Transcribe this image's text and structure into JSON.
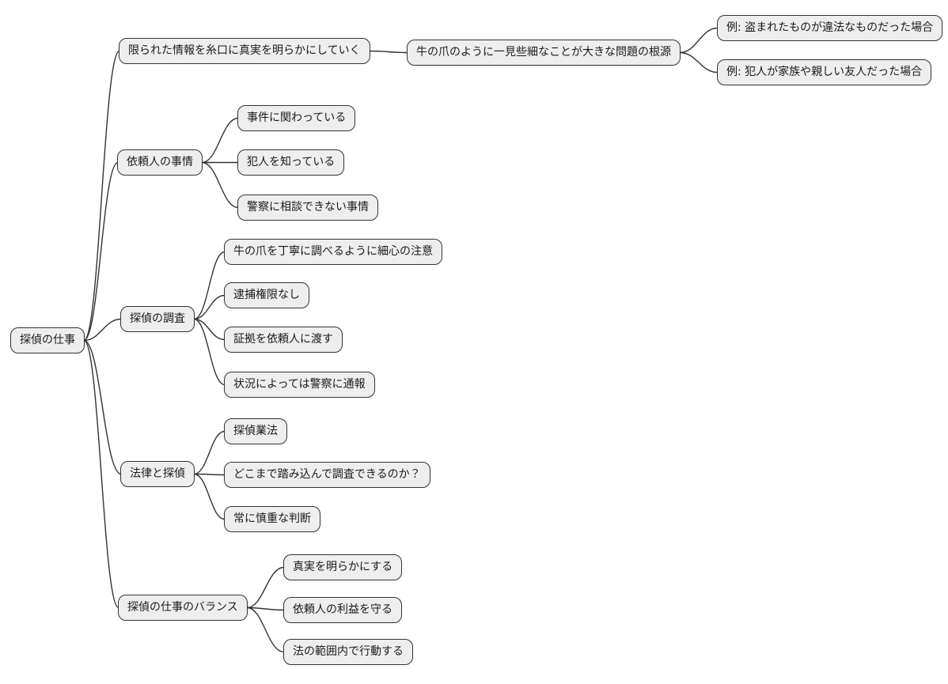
{
  "diagram": {
    "type": "mindmap",
    "background": "#ffffff",
    "node_fill": "#eeeeee",
    "node_border": "#333333",
    "edge_color": "#333333",
    "text_color": "#1a1a1a"
  },
  "nodes": [
    {
      "id": "root",
      "parent": null,
      "label": "探偵の仕事"
    },
    {
      "id": "n1",
      "parent": "root",
      "label": "限られた情報を糸口に真実を明らかにしていく"
    },
    {
      "id": "n1-1",
      "parent": "n1",
      "label": "牛の爪のように一見些細なことが大きな問題の根源"
    },
    {
      "id": "n1-1-1",
      "parent": "n1-1",
      "label": "例: 盗まれたものが違法なものだった場合"
    },
    {
      "id": "n1-1-2",
      "parent": "n1-1",
      "label": "例: 犯人が家族や親しい友人だった場合"
    },
    {
      "id": "n2",
      "parent": "root",
      "label": "依頼人の事情"
    },
    {
      "id": "n2-1",
      "parent": "n2",
      "label": "事件に関わっている"
    },
    {
      "id": "n2-2",
      "parent": "n2",
      "label": "犯人を知っている"
    },
    {
      "id": "n2-3",
      "parent": "n2",
      "label": "警察に相談できない事情"
    },
    {
      "id": "n3",
      "parent": "root",
      "label": "探偵の調査"
    },
    {
      "id": "n3-1",
      "parent": "n3",
      "label": "牛の爪を丁寧に調べるように細心の注意"
    },
    {
      "id": "n3-2",
      "parent": "n3",
      "label": "逮捕権限なし"
    },
    {
      "id": "n3-3",
      "parent": "n3",
      "label": "証拠を依頼人に渡す"
    },
    {
      "id": "n3-4",
      "parent": "n3",
      "label": "状況によっては警察に通報"
    },
    {
      "id": "n4",
      "parent": "root",
      "label": "法律と探偵"
    },
    {
      "id": "n4-1",
      "parent": "n4",
      "label": "探偵業法"
    },
    {
      "id": "n4-2",
      "parent": "n4",
      "label": "どこまで踏み込んで調査できるのか？"
    },
    {
      "id": "n4-3",
      "parent": "n4",
      "label": "常に慎重な判断"
    },
    {
      "id": "n5",
      "parent": "root",
      "label": "探偵の仕事のバランス"
    },
    {
      "id": "n5-1",
      "parent": "n5",
      "label": "真実を明らかにする"
    },
    {
      "id": "n5-2",
      "parent": "n5",
      "label": "依頼人の利益を守る"
    },
    {
      "id": "n5-3",
      "parent": "n5",
      "label": "法の範囲内で行動する"
    }
  ]
}
